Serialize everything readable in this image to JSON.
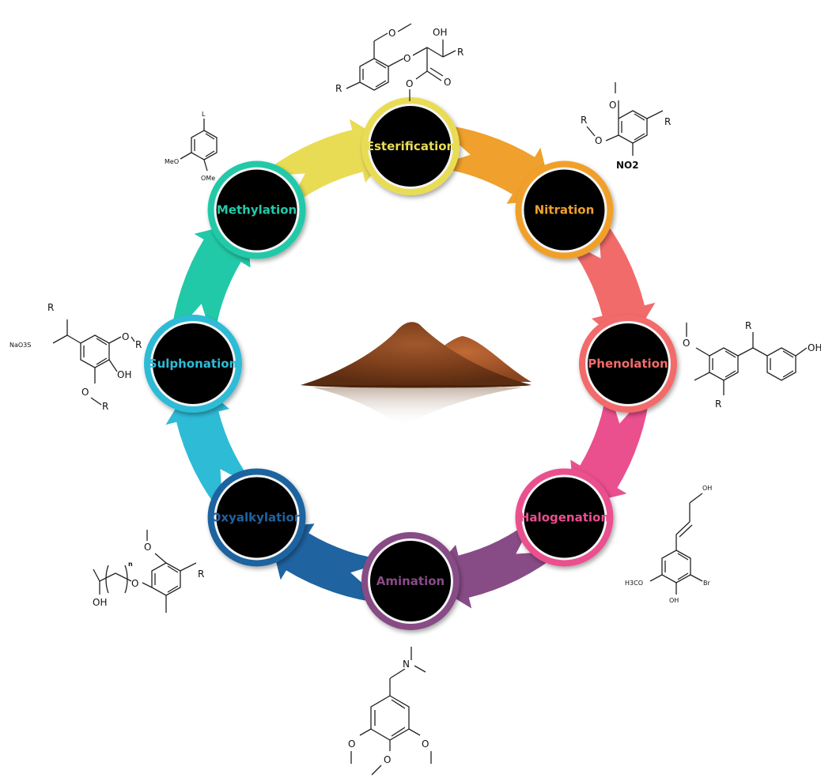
{
  "nodes": [
    {
      "label": "Esterification",
      "color": "#e9dc55"
    },
    {
      "label": "Nitration",
      "color": "#f0a02c"
    },
    {
      "label": "Phenolation",
      "color": "#f26b6b"
    },
    {
      "label": "Halogenation",
      "color": "#ea4f8e"
    },
    {
      "label": "Amination",
      "color": "#874c86"
    },
    {
      "label": "Oxyalkylation",
      "color": "#1f63a0"
    },
    {
      "label": "Sulphonation",
      "color": "#2ebbd6"
    },
    {
      "label": "Methylation",
      "color": "#22c9a8"
    }
  ],
  "structures": {
    "esterification": {
      "oh": "OH",
      "r1": "R",
      "r2": "R",
      "o": "O"
    },
    "methylation": {
      "l": "L",
      "meo": "MeO",
      "ome": "OMe"
    },
    "nitration": {
      "r1": "R",
      "r2": "R",
      "o": "O",
      "no2": "NO2"
    },
    "phenolation": {
      "r1": "R",
      "r2": "R",
      "oh": "OH"
    },
    "sulphonation": {
      "r1": "R",
      "naos": "NaO3S",
      "o1": "O",
      "r2": "R",
      "oh": "OH",
      "o2": "O",
      "r3": "R"
    },
    "halogenation": {
      "oh1": "OH",
      "h3co": "H3CO",
      "br": "Br",
      "oh2": "OH"
    },
    "amination": {
      "n": "N"
    },
    "oxyalkylation": {
      "r": "R",
      "n": "n",
      "oh": "OH",
      "o": "O"
    }
  }
}
